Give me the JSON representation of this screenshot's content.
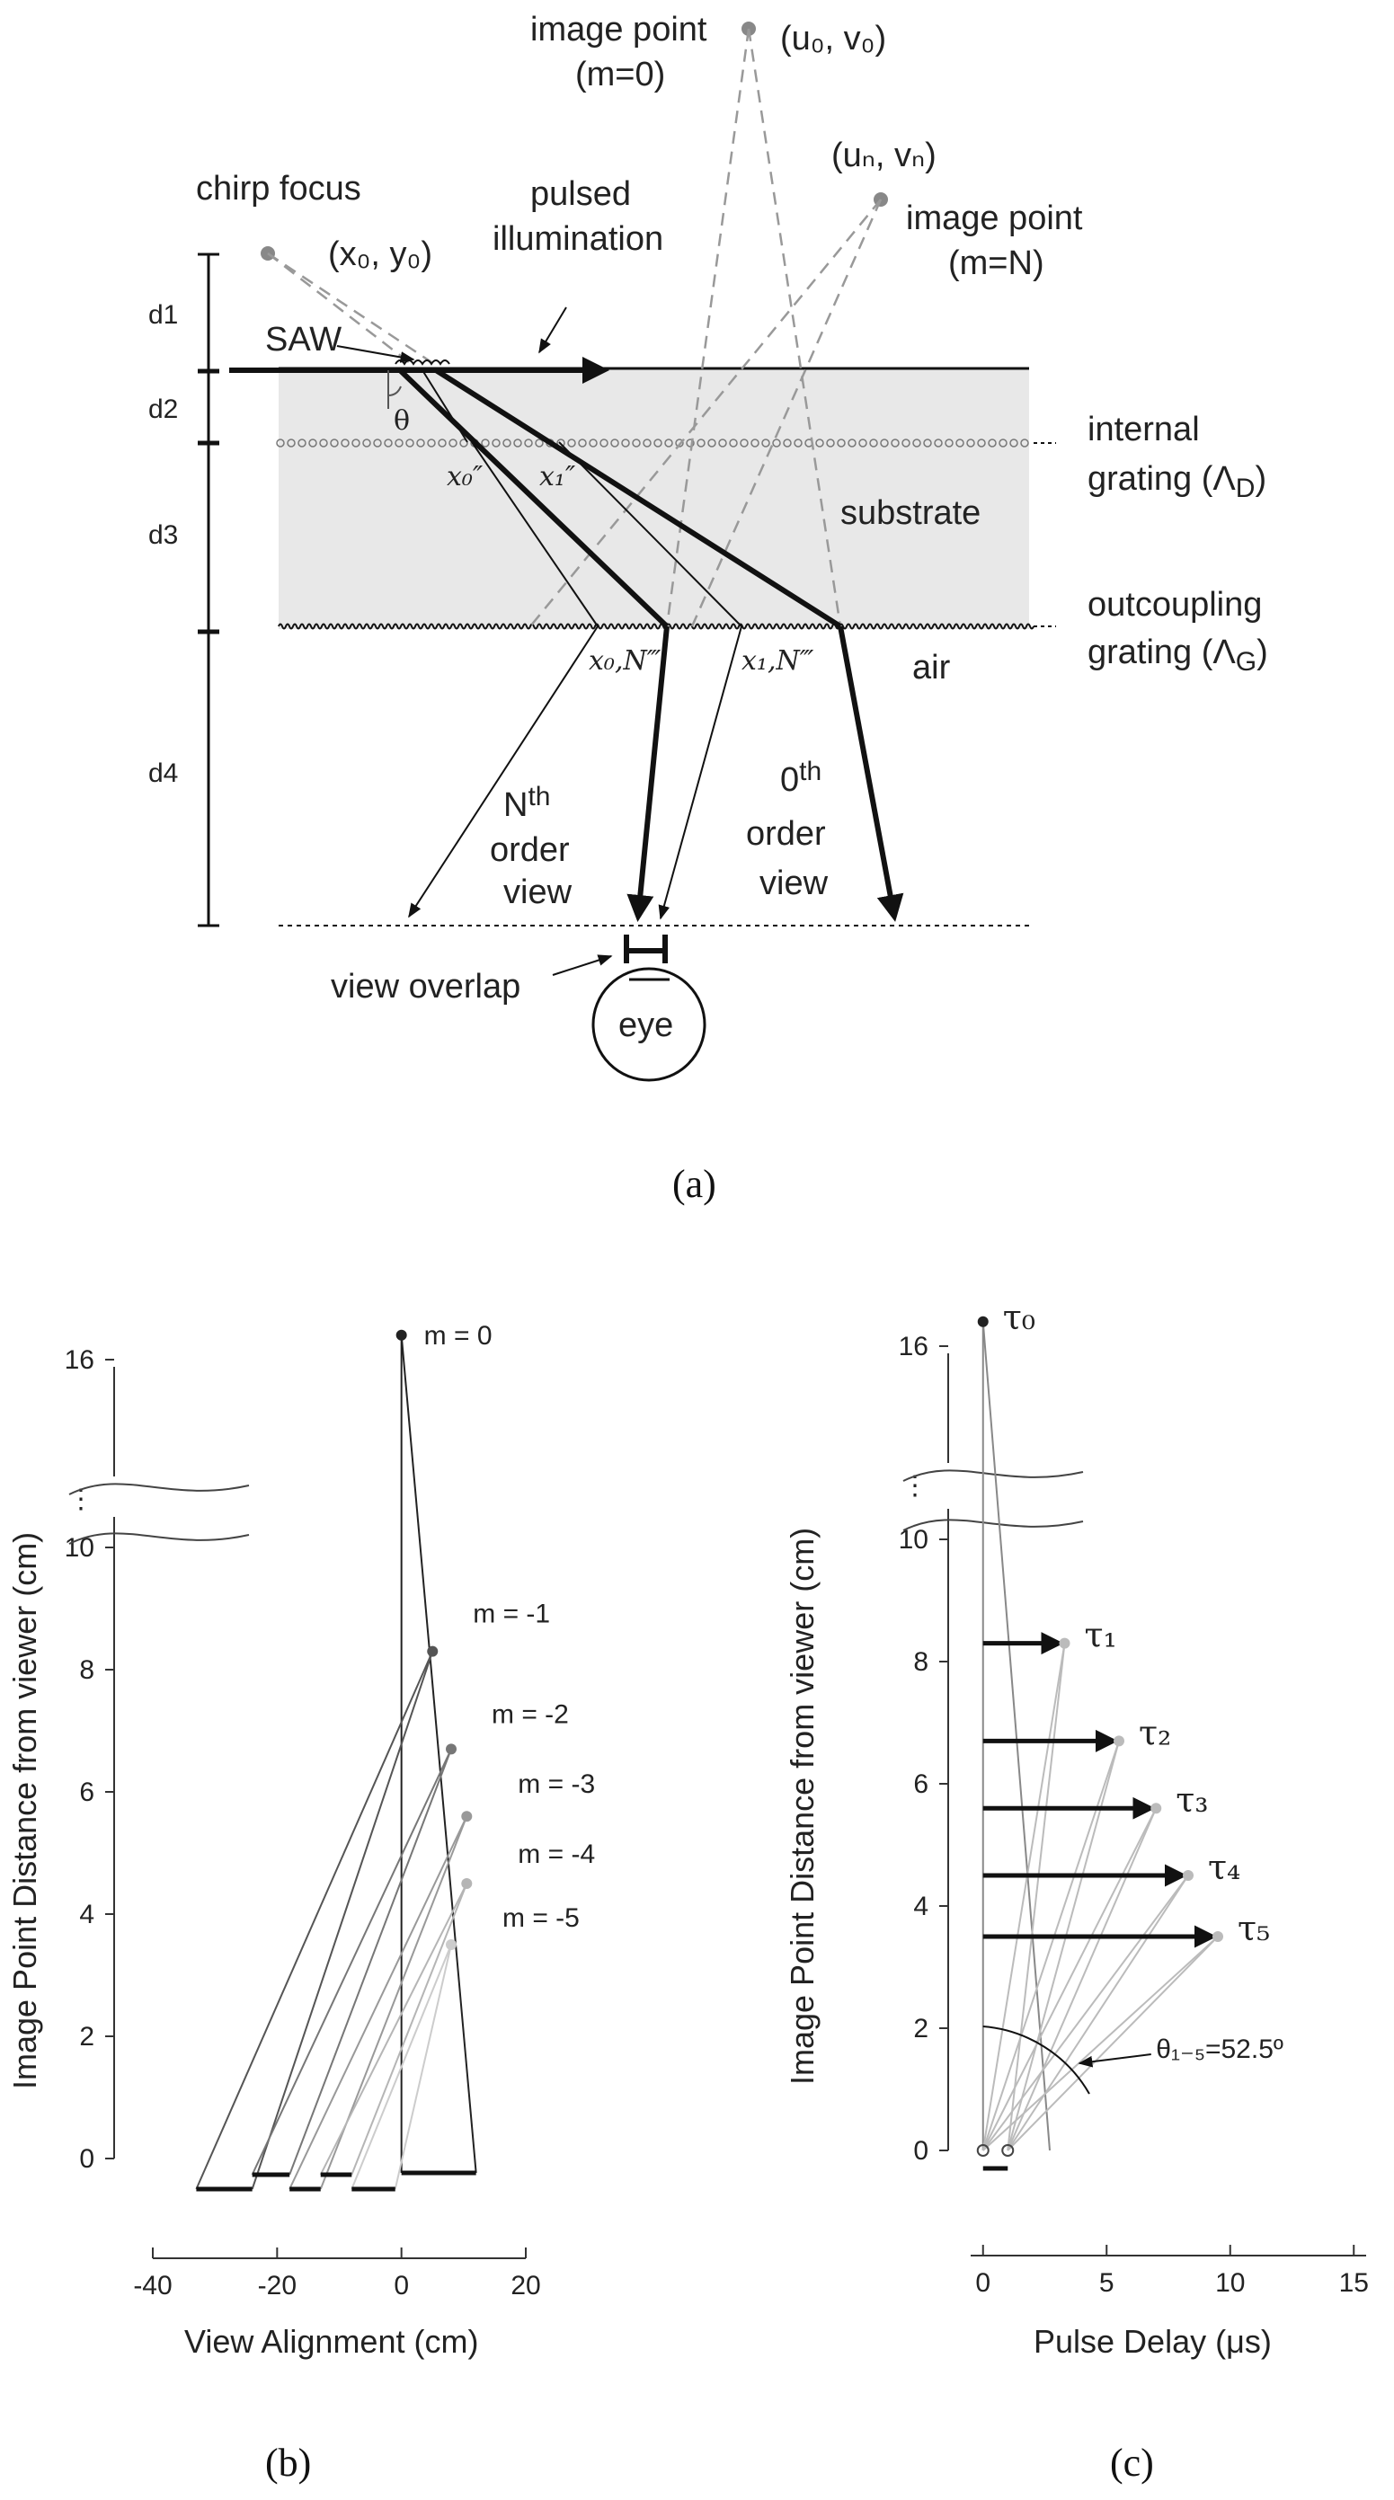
{
  "panel_a": {
    "labels": {
      "image_point_0": "image point",
      "m0": "(m=0)",
      "u0v0": "(u₀, v₀)",
      "uNvN": "(uₙ, vₙ)",
      "image_point_N": "image point",
      "mN": "(m=N)",
      "chirp_focus": "chirp focus",
      "x0y0": "(x₀, y₀)",
      "pulsed": "pulsed",
      "illumination": "illumination",
      "saw": "SAW",
      "theta": "θ",
      "d1": "d1",
      "d2": "d2",
      "d3": "d3",
      "d4": "d4",
      "internal": "internal",
      "grating_d": "grating (Λ",
      "sub_d": "D",
      "substrate": "substrate",
      "outcoupling": "outcoupling",
      "grating_g": "grating (Λ",
      "sub_g": "G",
      "air": "air",
      "x0pp": "x₀″",
      "x1pp": "x₁″",
      "x0N": "x₀,N‴",
      "x1N": "x₁,N‴",
      "nth": "N",
      "nth_sup": "th",
      "order1": "order",
      "view1": "view",
      "zeroth": "0",
      "zeroth_sup": "th",
      "order2": "order",
      "view2": "view",
      "view_overlap": "view overlap",
      "eye": "eye"
    },
    "caption": "(a)"
  },
  "panel_b": {
    "caption": "(b)",
    "chart_data": {
      "type": "scatter",
      "xlabel": "View Alignment (cm)",
      "ylabel": "Image Point Distance from viewer (cm)",
      "x_ticks": [
        -40,
        -20,
        0,
        20
      ],
      "y_ticks_lower": [
        0,
        2,
        4,
        6,
        8,
        10
      ],
      "y_ticks_upper": [
        16
      ],
      "axis_break": "⋮",
      "points": [
        {
          "label": "m = 0",
          "x": 0,
          "y": 16.4,
          "color": "#222222"
        },
        {
          "label": "m = -1",
          "x": 5,
          "y": 8.3,
          "color": "#555555"
        },
        {
          "label": "m = -2",
          "x": 8,
          "y": 6.7,
          "color": "#777777"
        },
        {
          "label": "m = -3",
          "x": 10.5,
          "y": 5.6,
          "color": "#999999"
        },
        {
          "label": "m = -4",
          "x": 10.5,
          "y": 4.5,
          "color": "#b5b5b5"
        },
        {
          "label": "m = -5",
          "x": 8,
          "y": 3.5,
          "color": "#cccccc"
        }
      ]
    }
  },
  "panel_c": {
    "caption": "(c)",
    "chart_data": {
      "type": "scatter",
      "xlabel": "Pulse Delay (μs)",
      "ylabel": "Image Point Distance from viewer  (cm)",
      "x_ticks": [
        0,
        5,
        10,
        15
      ],
      "y_ticks_lower": [
        0,
        2,
        4,
        6,
        8,
        10
      ],
      "y_ticks_upper": [
        16
      ],
      "axis_break": "⋮",
      "points": [
        {
          "label": "τ₀",
          "x": 0,
          "y": 16.4
        },
        {
          "label": "τ₁",
          "x": 3.3,
          "y": 8.3
        },
        {
          "label": "τ₂",
          "x": 5.5,
          "y": 6.7
        },
        {
          "label": "τ₃",
          "x": 7,
          "y": 5.6
        },
        {
          "label": "τ₄",
          "x": 8.3,
          "y": 4.5
        },
        {
          "label": "τ₅",
          "x": 9.5,
          "y": 3.5
        }
      ],
      "angle_label": "θ₁₋₅=52.5º"
    }
  }
}
